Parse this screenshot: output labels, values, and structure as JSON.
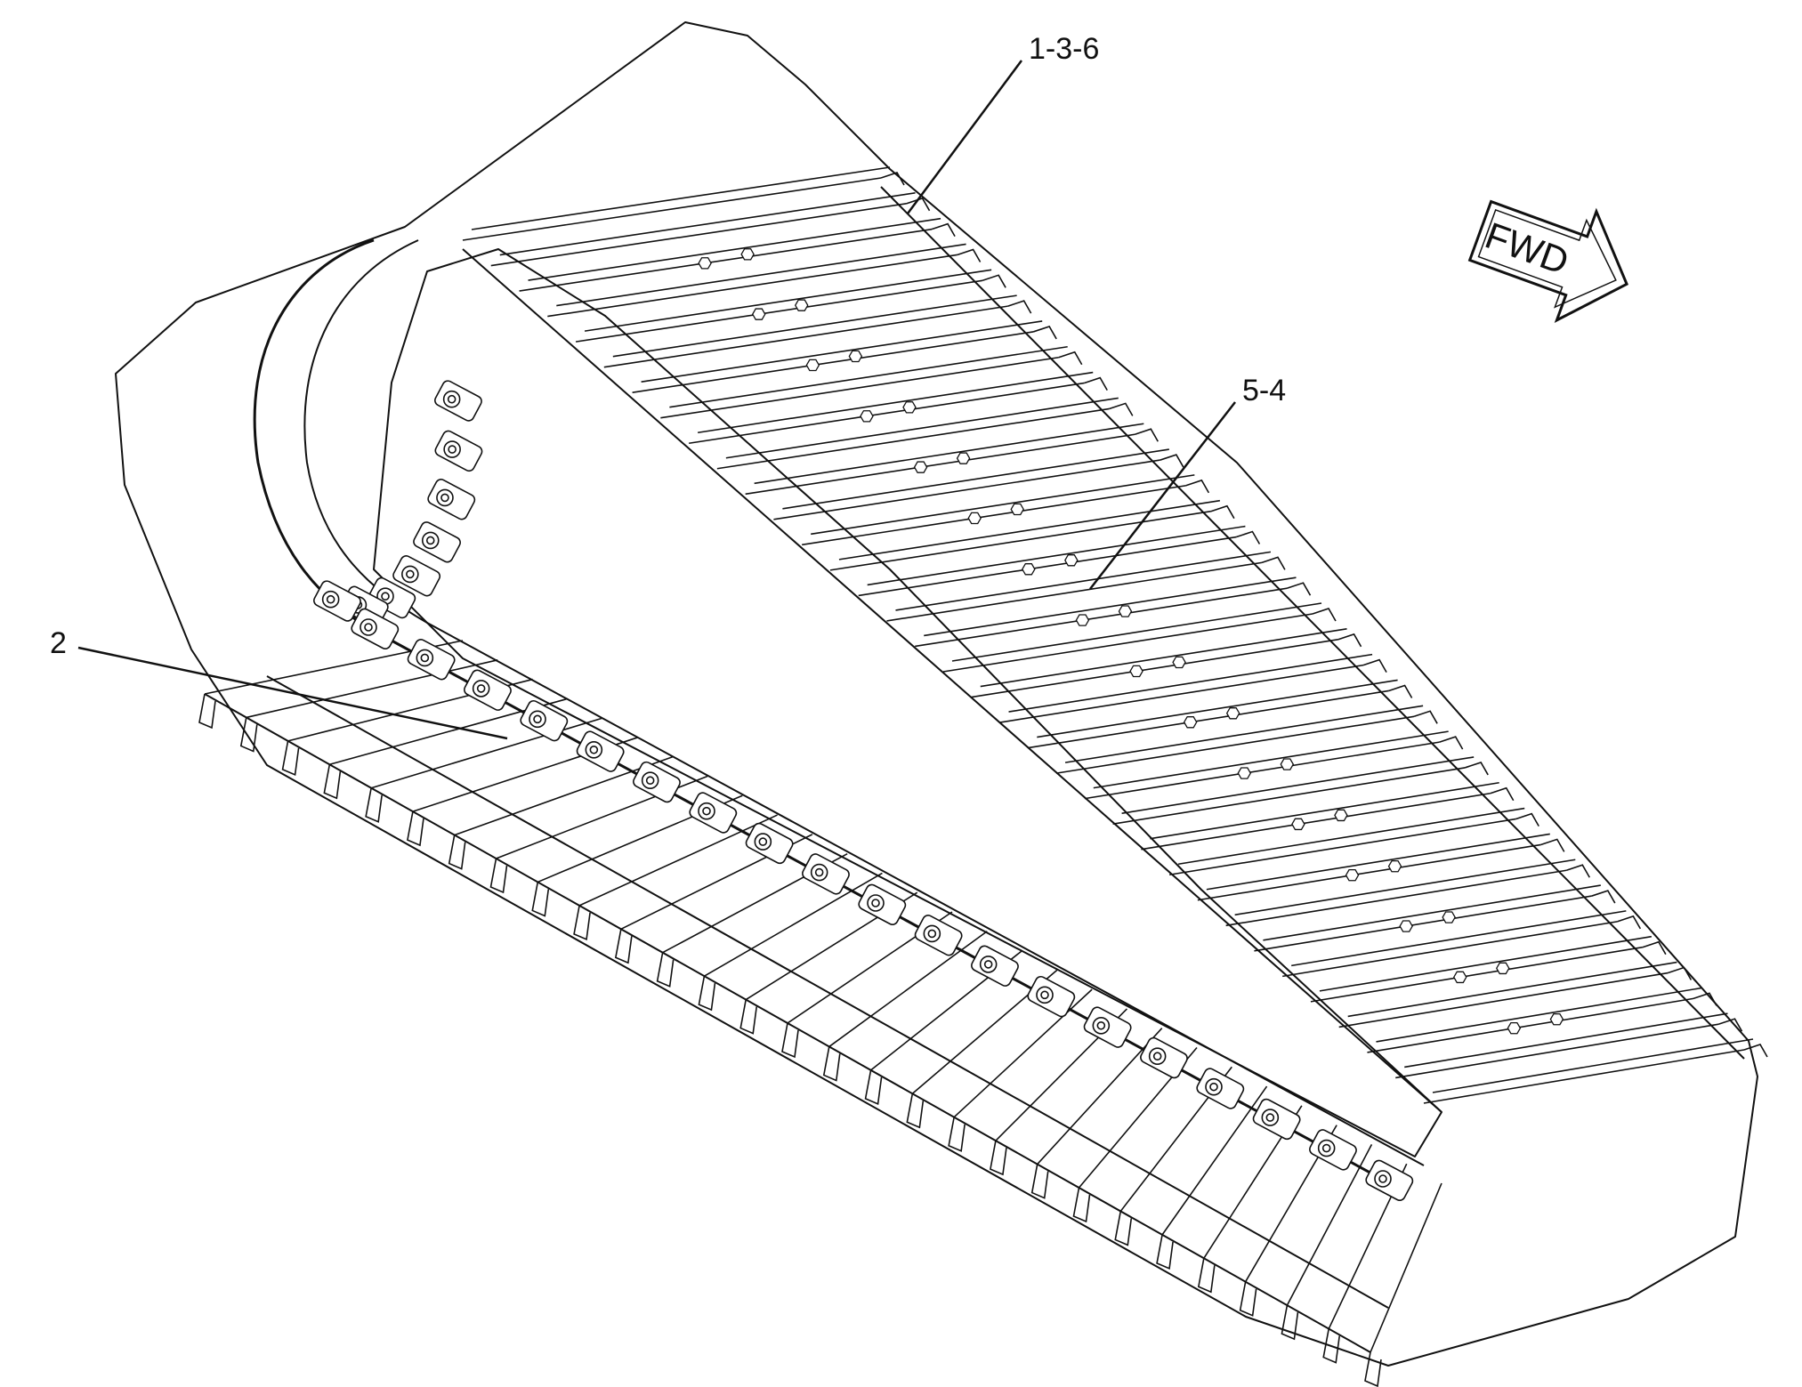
{
  "callouts": [
    {
      "id": "c1",
      "label": "1-3-6"
    },
    {
      "id": "c2",
      "label": "5-4"
    },
    {
      "id": "c3",
      "label": "2"
    }
  ],
  "direction_arrow": {
    "label": "FWD",
    "icon": "direction-arrow-icon"
  },
  "colors": {
    "line": "#111111",
    "background": "#ffffff"
  }
}
